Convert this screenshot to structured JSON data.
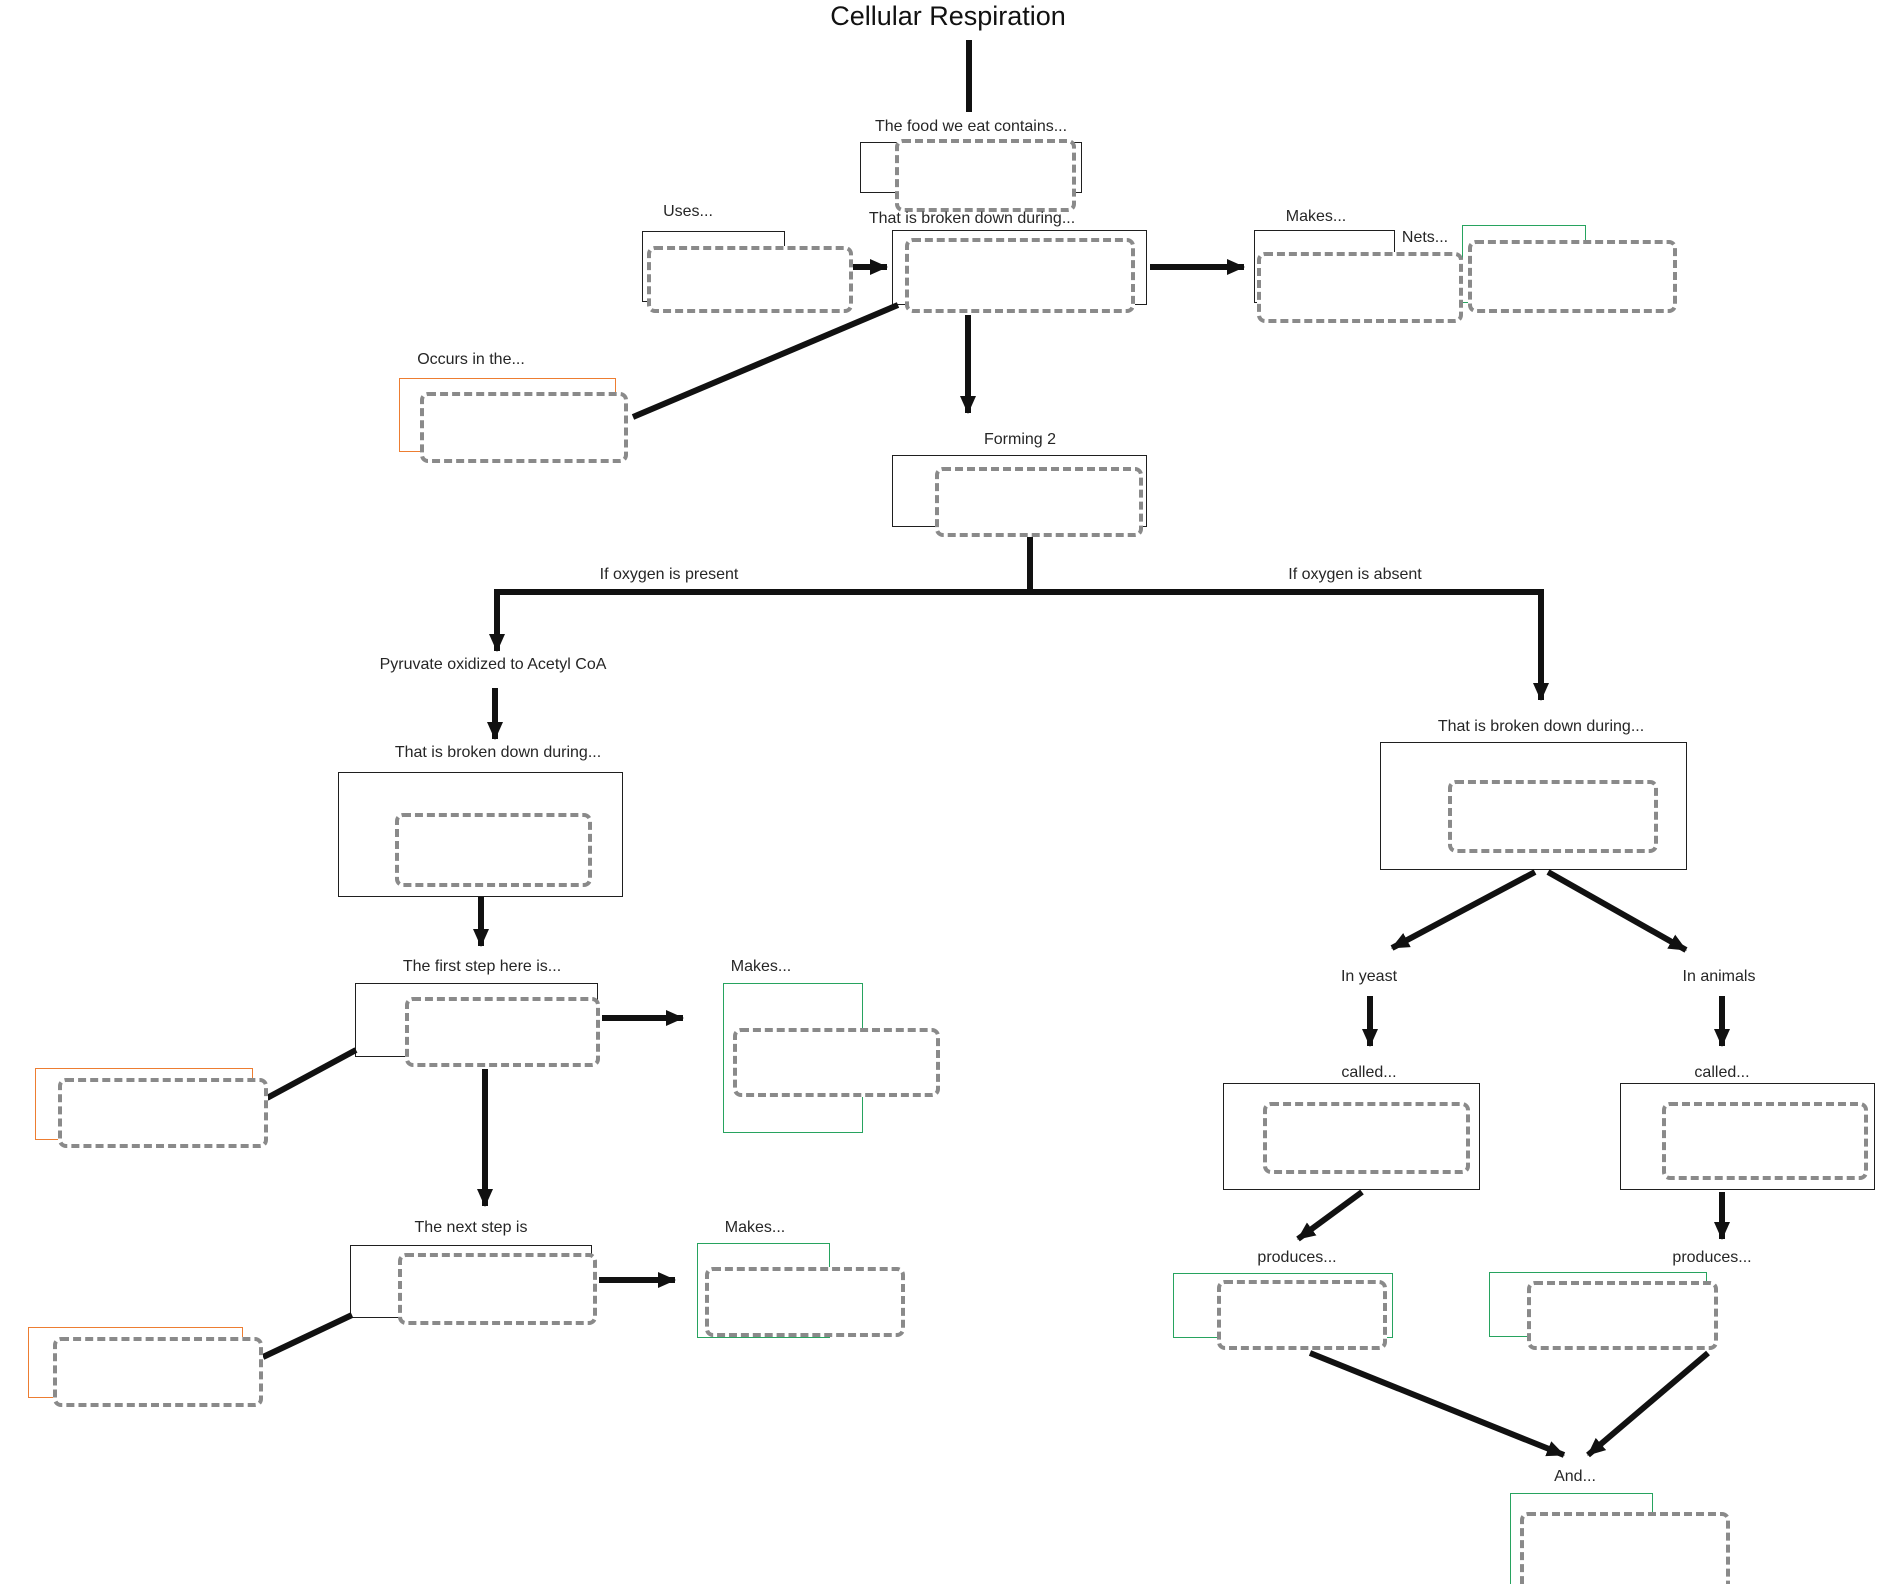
{
  "title": "Cellular Respiration",
  "colors": {
    "dashed": "#8a8a8a",
    "solid": "#1f1f1f",
    "orange": "#ED7D31",
    "green": "#27A35F",
    "arrow": "#111111"
  },
  "nodes": {
    "food": {
      "label": "The food we eat contains..."
    },
    "glycolysis": {
      "label": "That is broken down during..."
    },
    "uses": {
      "label": "Uses..."
    },
    "makes": {
      "label": "Makes..."
    },
    "nets": {
      "label": "Nets..."
    },
    "occurs": {
      "label": "Occurs in the..."
    },
    "forming": {
      "label": "Forming 2"
    },
    "oxygen_present": {
      "label": "If oxygen is present"
    },
    "oxygen_absent": {
      "label": "If oxygen is absent"
    },
    "pyruvate": {
      "label": "Pyruvate oxidized to Acetyl CoA"
    },
    "aerobic_breakdown": {
      "label": "That is broken down during..."
    },
    "first_step": {
      "label": "The first step here is..."
    },
    "first_makes": {
      "label": "Makes..."
    },
    "next_step": {
      "label": "The next step is"
    },
    "next_makes": {
      "label": "Makes..."
    },
    "anaerobic_breakdown": {
      "label": "That is broken down during..."
    },
    "in_yeast": {
      "label": "In yeast"
    },
    "in_animals": {
      "label": "In animals"
    },
    "yeast_called": {
      "label": "called..."
    },
    "animals_called": {
      "label": "called..."
    },
    "yeast_produces": {
      "label": "produces..."
    },
    "animals_produces": {
      "label": "produces..."
    },
    "and": {
      "label": "And..."
    }
  }
}
